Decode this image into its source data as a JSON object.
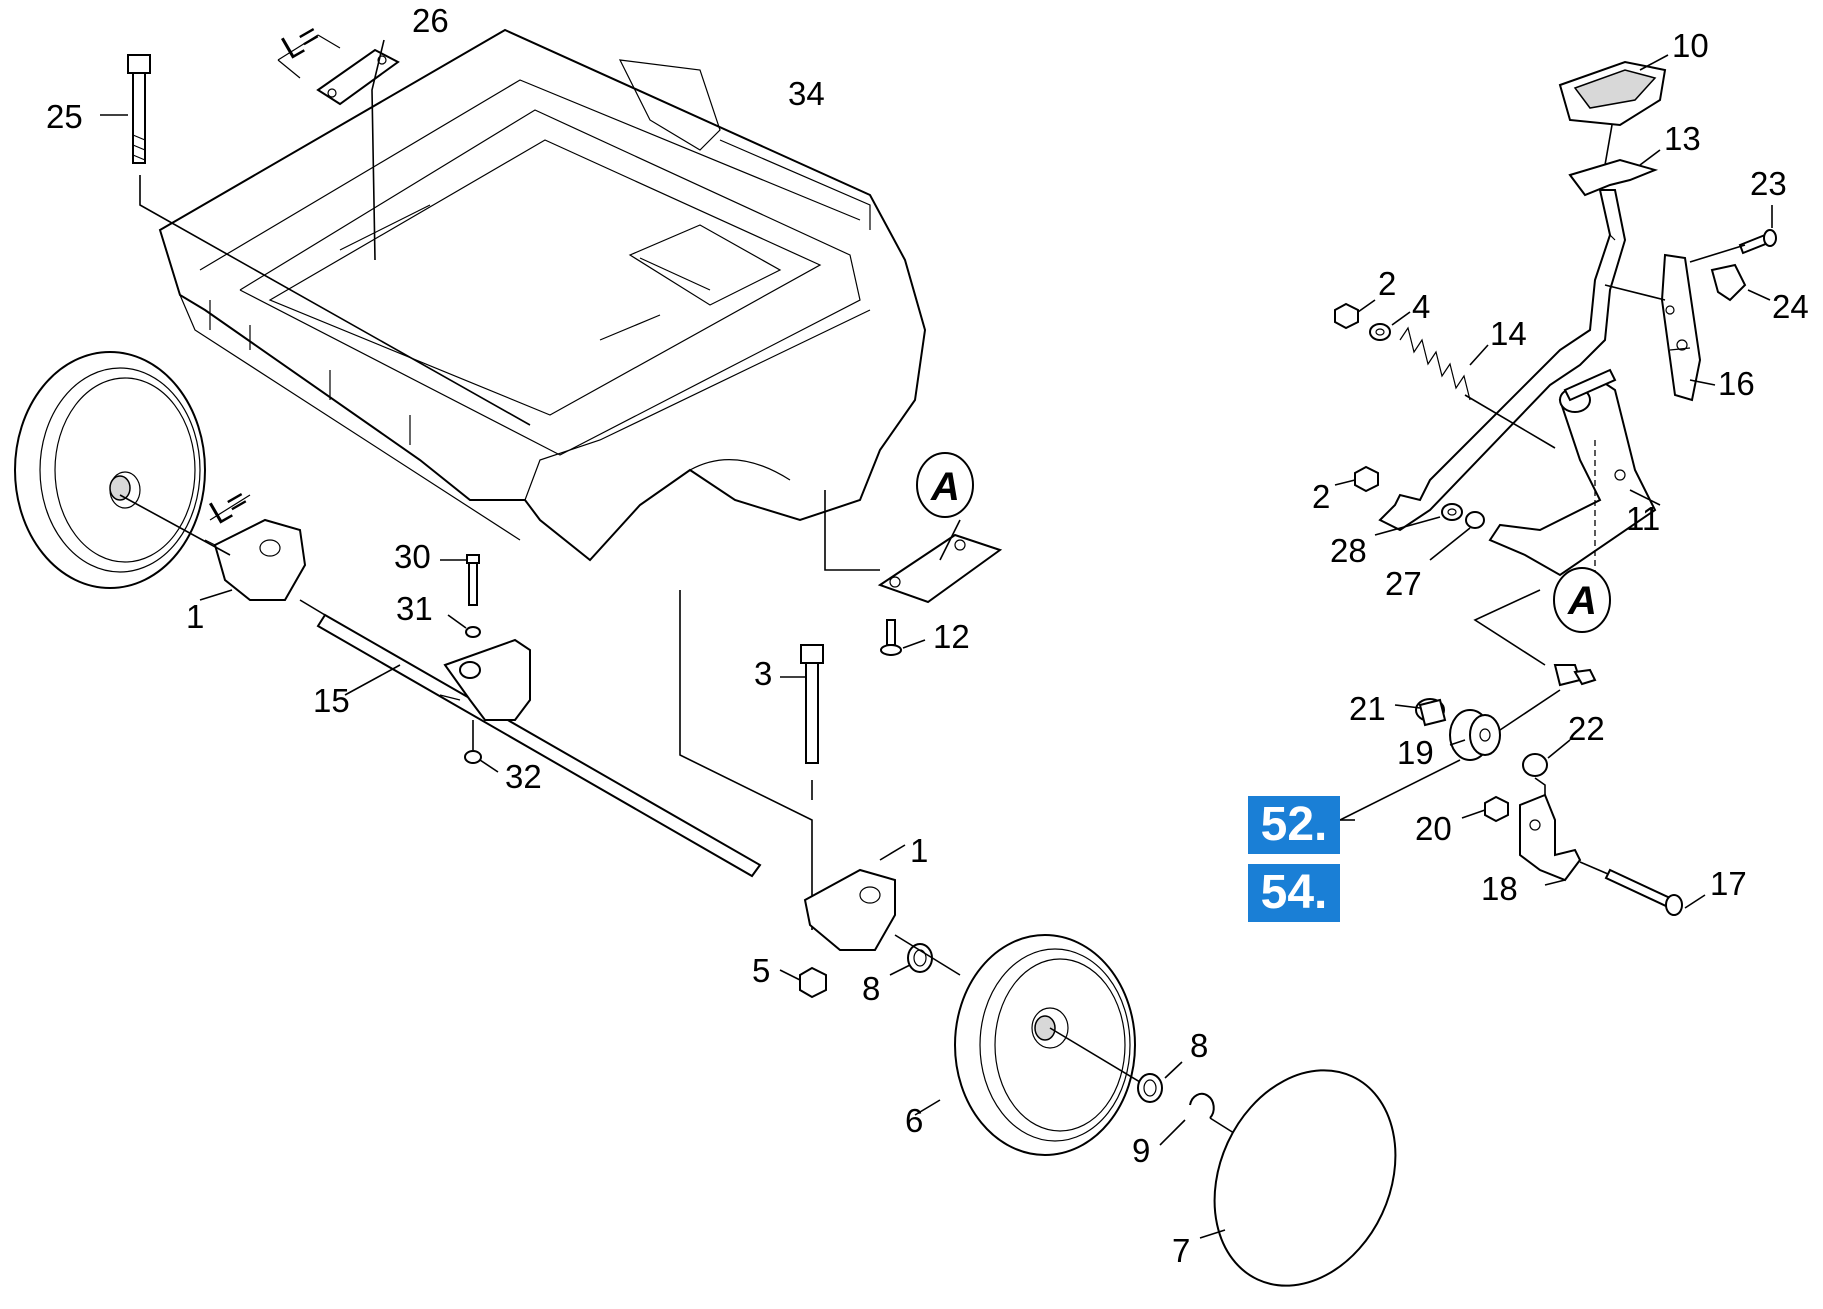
{
  "callouts": [
    {
      "id": "c26",
      "text": "26"
    },
    {
      "id": "c25",
      "text": "25"
    },
    {
      "id": "c34",
      "text": "34"
    },
    {
      "id": "c10",
      "text": "10"
    },
    {
      "id": "c13",
      "text": "13"
    },
    {
      "id": "c23",
      "text": "23"
    },
    {
      "id": "c24",
      "text": "24"
    },
    {
      "id": "c2a",
      "text": "2"
    },
    {
      "id": "c4",
      "text": "4"
    },
    {
      "id": "c14",
      "text": "14"
    },
    {
      "id": "c16",
      "text": "16"
    },
    {
      "id": "c2b",
      "text": "2"
    },
    {
      "id": "c11",
      "text": "11"
    },
    {
      "id": "c28",
      "text": "28"
    },
    {
      "id": "c27",
      "text": "27"
    },
    {
      "id": "c1a",
      "text": "1"
    },
    {
      "id": "c30",
      "text": "30"
    },
    {
      "id": "c31",
      "text": "31"
    },
    {
      "id": "c15",
      "text": "15"
    },
    {
      "id": "c32",
      "text": "32"
    },
    {
      "id": "c12",
      "text": "12"
    },
    {
      "id": "c3",
      "text": "3"
    },
    {
      "id": "c21",
      "text": "21"
    },
    {
      "id": "c19",
      "text": "19"
    },
    {
      "id": "c22",
      "text": "22"
    },
    {
      "id": "c20",
      "text": "20"
    },
    {
      "id": "c18",
      "text": "18"
    },
    {
      "id": "c17",
      "text": "17"
    },
    {
      "id": "c1b",
      "text": "1"
    },
    {
      "id": "c5",
      "text": "5"
    },
    {
      "id": "c8a",
      "text": "8"
    },
    {
      "id": "c6",
      "text": "6"
    },
    {
      "id": "c8b",
      "text": "8"
    },
    {
      "id": "c9",
      "text": "9"
    },
    {
      "id": "c7",
      "text": "7"
    }
  ],
  "markers": {
    "a1": "A",
    "a2": "A"
  },
  "dimension_labels": {
    "l1": "L=",
    "l2": "L="
  },
  "badges": {
    "b52": "52.",
    "b54": "54."
  },
  "colors": {
    "badge": "#1a7fd6",
    "ink": "#000000"
  }
}
